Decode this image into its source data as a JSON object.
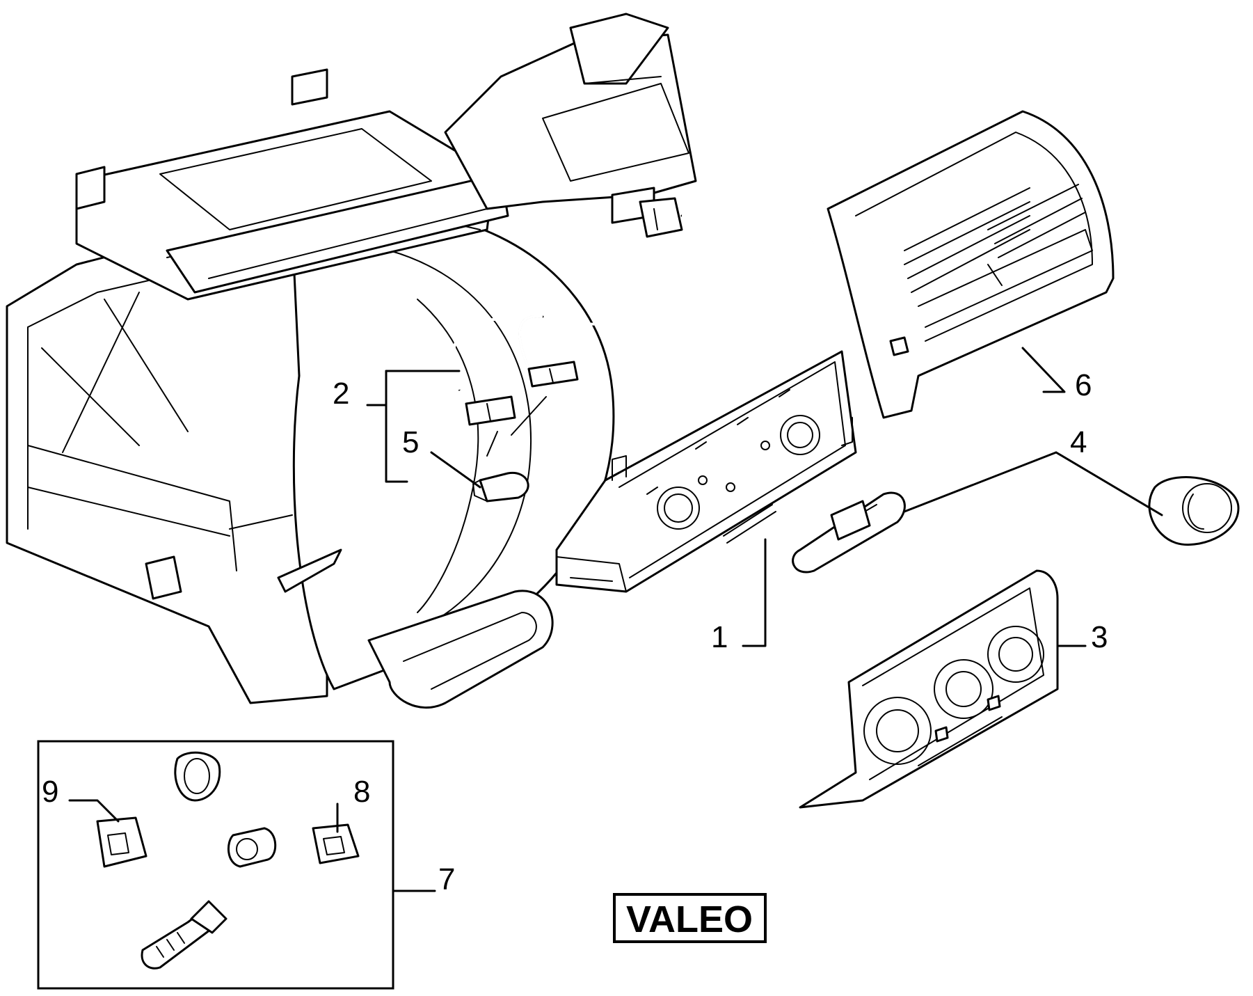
{
  "callouts": [
    {
      "id": "1",
      "label": "1"
    },
    {
      "id": "2",
      "label": "2"
    },
    {
      "id": "3",
      "label": "3"
    },
    {
      "id": "4",
      "label": "4"
    },
    {
      "id": "5",
      "label": "5"
    },
    {
      "id": "6",
      "label": "6"
    },
    {
      "id": "7",
      "label": "7"
    },
    {
      "id": "8",
      "label": "8"
    },
    {
      "id": "9",
      "label": "9"
    }
  ],
  "brand_label": "VALEO"
}
